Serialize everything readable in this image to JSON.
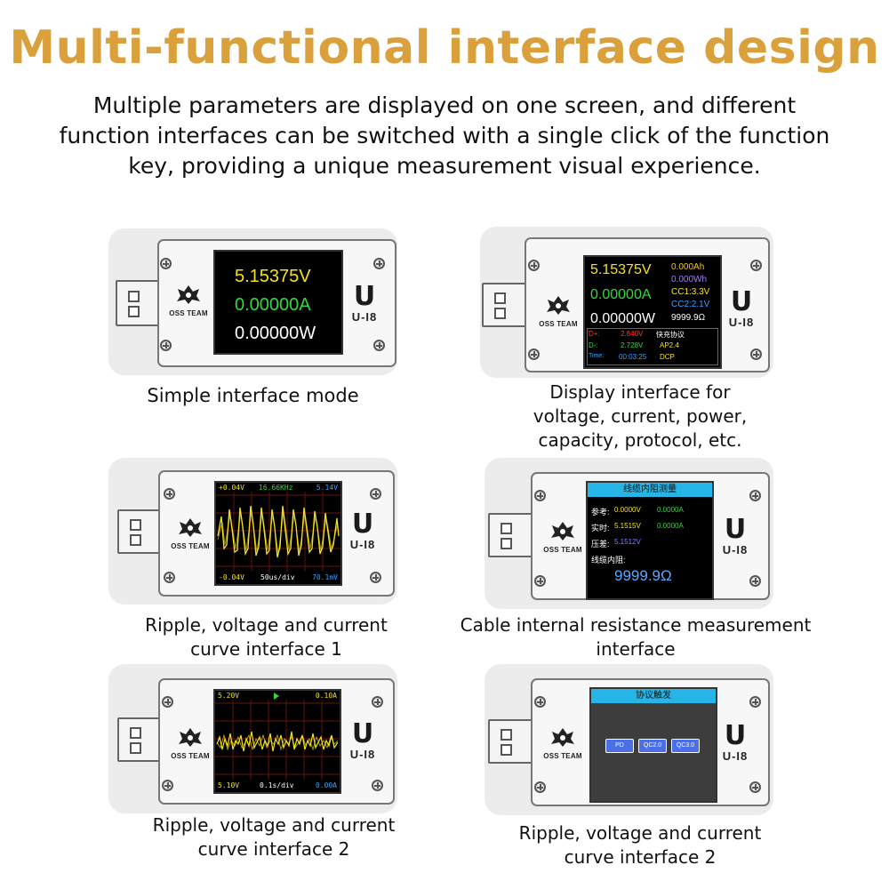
{
  "header": {
    "title": "Multi-functional interface design",
    "subtitle": "Multiple parameters are displayed on one screen, and different function interfaces can be switched with a single click of the function key, providing a unique measurement visual experience."
  },
  "brand": {
    "logo_text": "OSS TEAM",
    "model": "U-I8",
    "mark": "U"
  },
  "colors": {
    "accent": "#d9a03c",
    "yellow": "#f5e21a",
    "green": "#35d640",
    "blue": "#3aa0ff",
    "red": "#ff3a2a"
  },
  "screens": {
    "simple": {
      "caption": "Simple interface mode",
      "voltage": "5.15375V",
      "current": "0.00000A",
      "power": "0.00000W"
    },
    "display": {
      "caption": "Display interface for voltage, current, power, capacity, protocol, etc.",
      "voltage": "5.15375V",
      "current": "0.00000A",
      "power": "0.00000W",
      "capacity_ah": "0.000Ah",
      "energy_wh": "0.000Wh",
      "cc1": "CC1:3.3V",
      "cc2": "CC2:2.1V",
      "resistance": "9999.9Ω",
      "dplus_label": "D+:",
      "dplus": "2.640V",
      "dminus_label": "D-:",
      "dminus": "2.728V",
      "time_label": "Time:",
      "time": "00:03:25",
      "protocol_header": "快充协议",
      "protocol_1": "AP2.4",
      "protocol_2": "DCP"
    },
    "ripple1": {
      "caption": "Ripple, voltage and current curve interface 1",
      "top_left": "+0.04V",
      "top_mid": "16.66KHz",
      "top_right": "5.14V",
      "bottom_left": "-0.04V",
      "bottom_mid": "50us/div",
      "bottom_right": "70.1mV"
    },
    "cable": {
      "caption": "Cable internal resistance measurement interface",
      "header": "线缆内阻测量",
      "ref_label": "参考:",
      "ref_v": "0.0000V",
      "ref_a": "0.0000A",
      "real_label": "实时:",
      "real_v": "5.1515V",
      "real_a": "0.0000A",
      "diff_label": "压差:",
      "diff_v": "5.1512V",
      "res_label": "线缆内阻:",
      "res_value": "9999.9Ω"
    },
    "ripple2": {
      "caption": "Ripple, voltage and current curve interface 2",
      "top_left": "5.20V",
      "top_right": "0.10A",
      "bottom_left": "5.10V",
      "bottom_mid": "0.1s/div",
      "bottom_right": "0.00A"
    },
    "trigger": {
      "caption": "Ripple, voltage and current curve interface 2",
      "header": "协议触发",
      "btn_pd": "PD",
      "btn_qc2": "QC2.0",
      "btn_qc3": "QC3.0"
    }
  }
}
